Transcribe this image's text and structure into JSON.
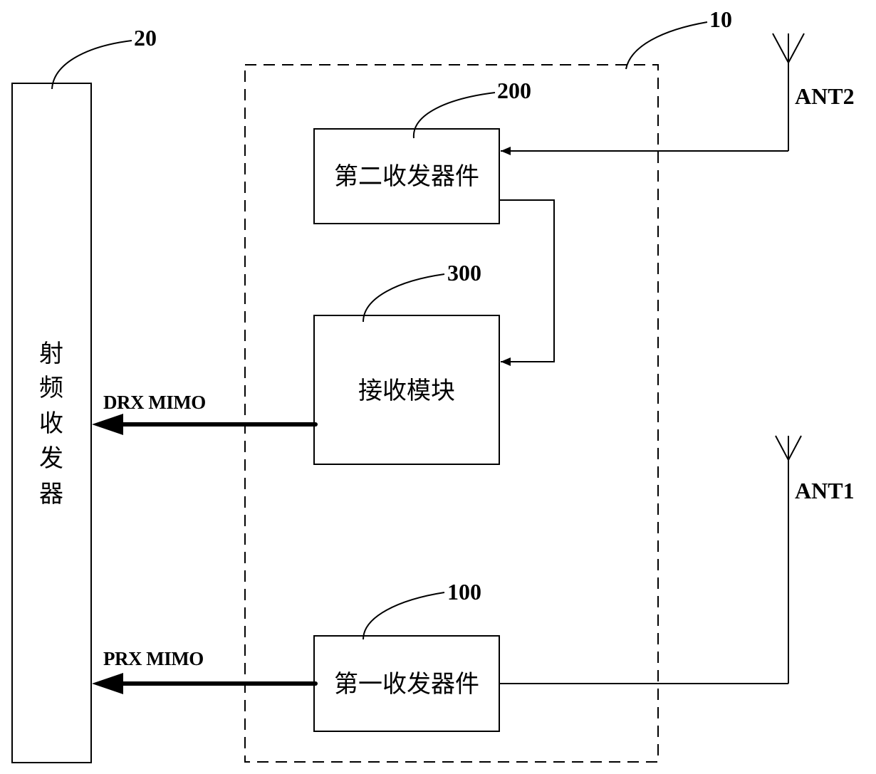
{
  "diagram": {
    "type": "block-diagram",
    "colors": {
      "line": "#000000",
      "background": "#ffffff"
    },
    "rf_transceiver": {
      "ref": "20",
      "label_chars": [
        "射",
        "频",
        "收",
        "发",
        "器"
      ],
      "label": "射频收发器"
    },
    "module_group": {
      "ref": "10",
      "border": "dashed"
    },
    "blocks": {
      "second_transceiver": {
        "ref": "200",
        "label": "第二收发器件"
      },
      "receive_module": {
        "ref": "300",
        "label": "接收模块"
      },
      "first_transceiver": {
        "ref": "100",
        "label": "第一收发器件"
      }
    },
    "antennas": {
      "ant2": {
        "label": "ANT2"
      },
      "ant1": {
        "label": "ANT1"
      }
    },
    "signals": {
      "drx": {
        "label": "DRX MIMO"
      },
      "prx": {
        "label": "PRX MIMO"
      }
    },
    "connections": [
      {
        "from": "ANT2",
        "to": "第二收发器件",
        "arrow": "to"
      },
      {
        "from": "第二收发器件",
        "to": "接收模块",
        "arrow": "to"
      },
      {
        "from": "接收模块",
        "to": "射频收发器",
        "arrow": "to",
        "label": "DRX MIMO",
        "thick": true
      },
      {
        "from": "ANT1",
        "to": "第一收发器件",
        "arrow": "none"
      },
      {
        "from": "第一收发器件",
        "to": "射频收发器",
        "arrow": "to",
        "label": "PRX MIMO",
        "thick": true
      }
    ]
  }
}
